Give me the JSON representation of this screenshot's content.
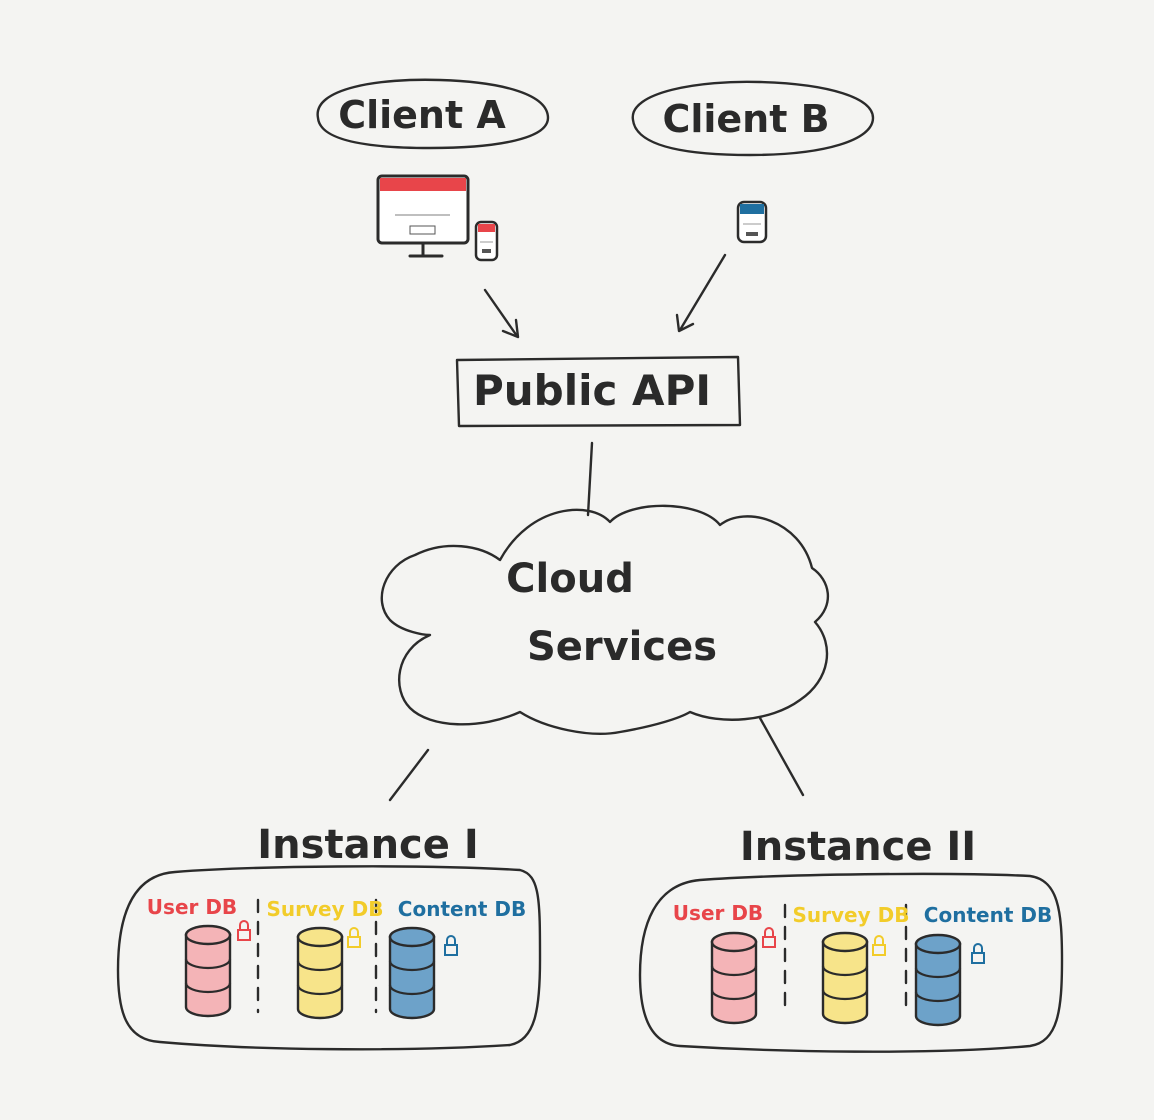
{
  "client_a": {
    "label": "Client A"
  },
  "client_b": {
    "label": "Client B"
  },
  "public_api": {
    "label": "Public API"
  },
  "cloud": {
    "line1": "Cloud",
    "line2": "Services"
  },
  "instance_1": {
    "title": "Instance I",
    "dbs": [
      {
        "label": "User DB",
        "color": "#e8454a",
        "fill": "#f4b4b7"
      },
      {
        "label": "Survey DB",
        "color": "#f2cc2a",
        "fill": "#f7e48a"
      },
      {
        "label": "Content DB",
        "color": "#1f6fa0",
        "fill": "#6da2c9"
      }
    ]
  },
  "instance_2": {
    "title": "Instance II",
    "dbs": [
      {
        "label": "User DB",
        "color": "#e8454a",
        "fill": "#f4b4b7"
      },
      {
        "label": "Survey DB",
        "color": "#f2cc2a",
        "fill": "#f7e48a"
      },
      {
        "label": "Content DB",
        "color": "#1f6fa0",
        "fill": "#6da2c9"
      }
    ]
  },
  "icons": {
    "desktop": "desktop-monitor-icon",
    "phone": "mobile-phone-icon",
    "database": "database-cylinder-icon",
    "lock": "lock-icon"
  },
  "colors": {
    "ink": "#2b2b2b",
    "accent_red": "#e8454a",
    "accent_blue": "#1f6fa0"
  }
}
